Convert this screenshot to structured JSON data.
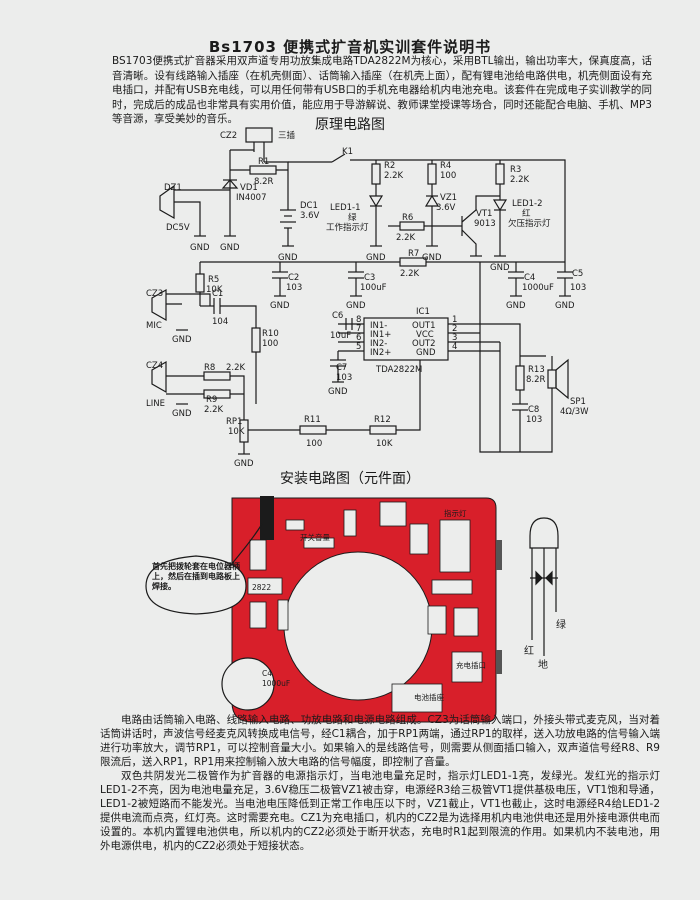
{
  "title": "Bs1703 便携式扩音机实训套件说明书",
  "intro": "BS1703便携式扩音器采用双声道专用功放集成电路TDA2822M为核心，采用BTL输出，输出功率大，保真度高，话音清晰。设有线路输入插座（在机壳侧面）、话筒输入插座（在机壳上面），配有锂电池给电路供电，机壳侧面设有充电插口，并配有USB充电线，可以用任何带有USB口的手机充电器给机内电池充电。该套件在完成电子实训教学的同时，完成后的成品也非常具有实用价值，能应用于导游解说、教师课堂授课等场合，同时还能配合电脑、手机、MP3等音源，享受美妙的音乐。",
  "schematic": {
    "title": "原理电路图",
    "labels": {
      "cz2": "CZ2",
      "cz2_note": "三插",
      "r1": "R1",
      "r1_val": "8.2R",
      "dz1": "DZ1",
      "dc5v": "DC5V",
      "vd1": "VD1",
      "vd1_val": "IN4007",
      "dc1": "DC1",
      "dc1_val": "3.6V",
      "k1": "K1",
      "r2": "R2",
      "r2_val": "2.2K",
      "led11": "LED1-1",
      "led11_color": "绿",
      "led11_note": "工作指示灯",
      "r6": "R6",
      "r6_val": "2.2K",
      "r4": "R4",
      "r4_val": "100",
      "vz1": "VZ1",
      "vz1_val": "3.6V",
      "vt1": "VT1",
      "vt1_val": "9013",
      "r3": "R3",
      "r3_val": "2.2K",
      "led12": "LED1-2",
      "led12_color": "红",
      "led12_note": "欠压指示灯",
      "r7": "R7",
      "r7_val": "2.2K",
      "r5": "R5",
      "r5_val": "10K",
      "c2": "C2",
      "c2_val": "103",
      "c3": "C3",
      "c3_val": "100uF",
      "c4": "C4",
      "c4_val": "1000uF",
      "c5": "C5",
      "c5_val": "103",
      "cz3": "CZ3",
      "mic": "MIC",
      "c1": "C1",
      "c1_val": "104",
      "r10": "R10",
      "r10_val": "100",
      "c6": "C6",
      "c6_val": "10uF",
      "c7": "C7",
      "c7_val": "103",
      "ic1": "IC1",
      "ic1_name": "TDA2822M",
      "pin_in1m": "IN1-",
      "pin_out1": "OUT1",
      "pin_in1p": "IN1+",
      "pin_vcc": "VCC",
      "pin_in2m": "IN2-",
      "pin_out2": "OUT2",
      "pin_in2p": "IN2+",
      "pin_gnd": "GND",
      "p8": "8",
      "p7": "7",
      "p6": "6",
      "p5": "5",
      "p1": "1",
      "p2": "2",
      "p3": "3",
      "p4": "4",
      "cz4": "CZ4",
      "line": "LINE",
      "r8": "R8",
      "r8_val": "2.2K",
      "r9": "R9",
      "r9_val": "2.2K",
      "rp1": "RP1",
      "rp1_val": "10K",
      "r11": "R11",
      "r11_val": "100",
      "r12": "R12",
      "r12_val": "10K",
      "r13": "R13",
      "r13_val": "8.2R",
      "c8": "C8",
      "c8_val": "103",
      "sp1": "SP1",
      "sp1_val": "4Ω/3W",
      "gnd": "GND"
    }
  },
  "layout_title": "安装电路图（元件面）",
  "pcb": {
    "callout": "首先把拨轮套在电位器柄上，然后在插到电路板上焊接。",
    "switch_label": "开关音量",
    "ic_label": "2822",
    "c4_label": "C4",
    "c4_val": "1000uF",
    "charge_label": "充电插口",
    "battery_label": "电池插座",
    "light_label": "指示灯",
    "led_red": "红",
    "led_ground": "地",
    "led_green": "绿"
  },
  "body": [
    "电路由话筒输入电路、线路输入电路、功放电路和电源电路组成。CZ3为话筒输入端口，外接头带式麦克风，当对着话筒讲话时，声波信号经麦克风转换成电信号，经C1耦合，加于RP1两端，通过RP1的取样，送入功放电路的信号输入端进行功率放大，调节RP1，可以控制音量大小。如果输入的是线路信号，则需要从侧面插口输入，双声道信号经R8、R9限流后，送入RP1，RP1用来控制输入放大电路的信号幅度，即控制了音量。",
    "双色共阴发光二极管作为扩音器的电源指示灯，当电池电量充足时，指示灯LED1-1亮，发绿光。发红光的指示灯LED1-2不亮，因为电池电量充足，3.6V稳压二极管VZ1被击穿，电源经R3给三极管VT1提供基极电压，VT1饱和导通，LED1-2被短路而不能发光。当电池电压降低到正常工作电压以下时，VZ1截止，VT1也截止，这时电源经R4给LED1-2提供电流而点亮，红灯亮。这时需要充电。CZ1为充电插口，机内的CZ2是为选择用机内电池供电还是用外接电源供电而设置的。本机内置锂电池供电，所以机内的CZ2必须处于断开状态，充电时R1起到限流的作用。如果机内不装电池，用外电源供电，机内的CZ2必须处于短接状态。"
  ],
  "colors": {
    "paper": "#ecedec",
    "ink": "#1b1b1b",
    "pcb_red": "#d81f2a"
  }
}
